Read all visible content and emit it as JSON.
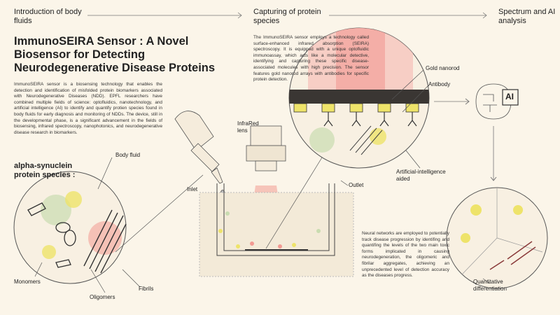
{
  "headers": [
    "Introduction of body fluids",
    "Capturing of protein species",
    "Spectrum and AI analysis"
  ],
  "title": "ImmunoSEIRA Sensor : A Novel Biosensor for Detecting Neurodegenerative Disease Proteins",
  "intro": "ImmunoSEIRA sensor is a biosensing technology that enables the detection and identification of misfolded protein biomarkers associated with Neurodegenerative Diseases (NDD). EPFL researchers have combined multiple fields of science: optofluidics, nanotechnology, and artificial intelligence (AI) to identify and quantify protien species found in body fluids for early diagnosis and monitoring of NDDs. The device, still in the developmental phase, is a significant advancement in the fields of biosensing, infrared spectroscopy, nanophotonics, and neurodegenerative disease research in biomarkers.",
  "capture_text": "The ImmunoSEIRA sensor employs a technology called surface-enhanced infrared absorption (SEIRA) spectroscopy. It is equipped with a unique optofluidic immunoassay, which acts like a molecular detective, identifying and capturing these specific disease-associated molecules with high precision. The sensor features gold nanorod arrays with antibodies for specific protein detection.",
  "ai_text": "Neural networks are employed to potentially track disease progression by identifing and quantifing the levels of the two main toxic forms implicated in causing neurodegeneration, the oligomeric and fibrilar aggregates, achieving an unprecedented level of detection accuracy as the diseases progress.",
  "species_title": "alpha-synuclein protein species :",
  "labels": {
    "body_fluid": "Body fluid",
    "infrared_lens": "InfraRed lens",
    "inlet": "Inlet",
    "outlet": "Outlet",
    "gold_nanorod": "Gold nanorod",
    "antibody": "Antibody",
    "ai_aided": "Artificial-intelligence aided",
    "ai_chip": "AI",
    "monomers": "Monomers",
    "oligomers": "Oligomers",
    "fibrils": "Fibrils",
    "quantitative": "Quantitative differentiation"
  },
  "colors": {
    "background": "#fbf5e9",
    "beam": "#f29a92",
    "gold": "#eee36a",
    "sensor_bar": "#3a3633",
    "green": "#c9dcb0"
  }
}
